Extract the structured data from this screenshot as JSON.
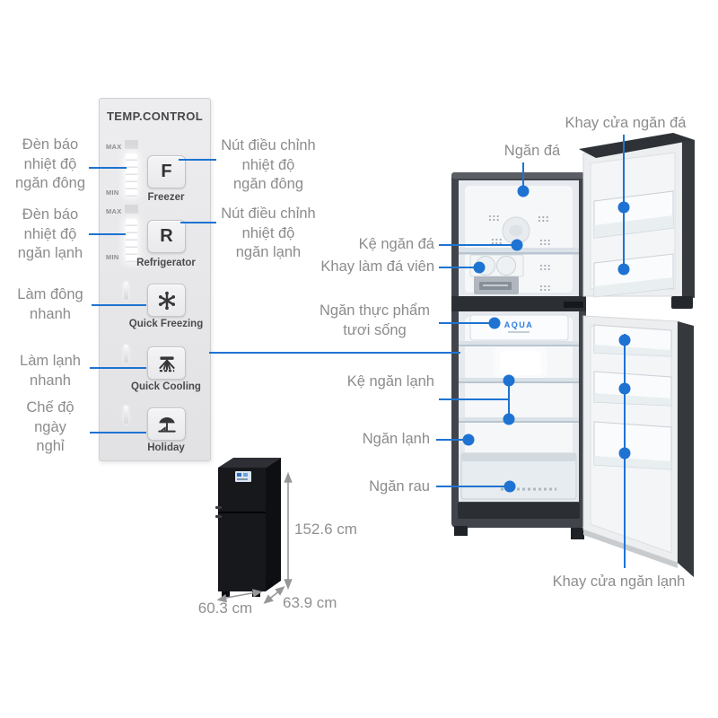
{
  "colors": {
    "accent_blue": "#1e73d2",
    "label_gray": "#8c8c8e"
  },
  "panel": {
    "title": "TEMP.CONTROL",
    "max_label": "MAX",
    "min_label": "MIN",
    "freezer": {
      "key": "F",
      "caption": "Freezer"
    },
    "refrigerator": {
      "key": "R",
      "caption": "Refrigerator"
    },
    "quick_freezing": {
      "caption": "Quick Freezing"
    },
    "quick_cooling": {
      "caption": "Quick Cooling"
    },
    "holiday": {
      "caption": "Holiday"
    }
  },
  "panel_callouts": {
    "freezer_temp_light": "Đèn báo\nnhiệt độ\nngăn đông",
    "fridge_temp_light": "Đèn báo\nnhiệt độ\nngăn lạnh",
    "quick_freeze": "Làm đông\nnhanh",
    "quick_cool": "Làm lạnh\nnhanh",
    "holiday_mode": "Chế độ\nngày\nnghỉ",
    "freezer_temp_button": "Nút điều chỉnh\nnhiệt độ\nngăn đông",
    "fridge_temp_button": "Nút điều chỉnh\nnhiệt độ\nngăn lạnh"
  },
  "fridge_callouts": {
    "freezer_door_tray": "Khay cửa ngăn đá",
    "freezer_compartment": "Ngăn đá",
    "freezer_shelf": "Kệ ngăn đá",
    "ice_cube_tray": "Khay làm đá viên",
    "fresh_food_compartment": "Ngăn thực phẩm\ntươi sống",
    "fridge_shelf": "Kệ ngăn lạnh",
    "fridge_compartment": "Ngăn lạnh",
    "vegetable_drawer": "Ngăn rau",
    "fridge_door_tray": "Khay cửa ngăn lạnh"
  },
  "fridge": {
    "brand": "AQUA"
  },
  "dimensions": {
    "height": "152.6 cm",
    "width": "60.3 cm",
    "depth": "63.9 cm"
  }
}
